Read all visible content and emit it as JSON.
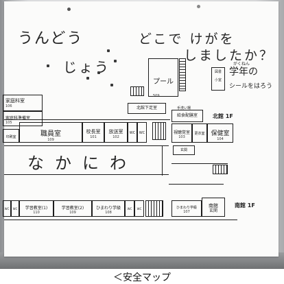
{
  "title_left_1": "うんどう",
  "title_left_2": "じょう",
  "question_1": "どこで けがを",
  "question_2": "しましたか？",
  "side_note_1": "学年の",
  "side_note_ruby": "がくねん",
  "side_note_2": "シールをはろう",
  "pool": {
    "label": "プール",
    "number": "509"
  },
  "tiny_room": {
    "label": "図書",
    "sub": "小室"
  },
  "naka_niwa": "なかにわ",
  "north_label": "北館 1F",
  "south_label": "南館 1F",
  "rooms_left": [
    {
      "label": "家庭科室",
      "number": "106"
    },
    {
      "label": "家庭科準備室",
      "number": "105"
    }
  ],
  "corridor_north": "北館下足室",
  "handwash": "手洗い場",
  "kyushoku": "給食配膳室",
  "north_row": [
    {
      "label": "印刷室",
      "number": ""
    },
    {
      "label": "職員室",
      "number": "109"
    },
    {
      "label": "校長室",
      "number": "101"
    },
    {
      "label": "放送室",
      "number": "102"
    },
    {
      "label": "WC",
      "number": ""
    },
    {
      "label": "WC",
      "number": ""
    }
  ],
  "north_right": [
    {
      "label": "視聴覚室",
      "number": "103"
    },
    {
      "label": "更衣室",
      "number": ""
    },
    {
      "label": "保健室",
      "number": "104"
    }
  ],
  "kenkan": "玄関",
  "south_row": [
    {
      "label": "WC",
      "number": ""
    },
    {
      "label": "WC",
      "number": ""
    },
    {
      "label": "学習教室(1)",
      "number": "110"
    },
    {
      "label": "学習教室(2)",
      "number": "109"
    },
    {
      "label": "ひまわり学級",
      "number": "108"
    },
    {
      "label": "WC",
      "number": ""
    },
    {
      "label": "WC",
      "number": ""
    }
  ],
  "south_right": [
    {
      "label": "ひまわり学級",
      "number": "107"
    },
    {
      "label": "南館",
      "number": "玄関"
    }
  ],
  "caption": "＜安全マップ"
}
